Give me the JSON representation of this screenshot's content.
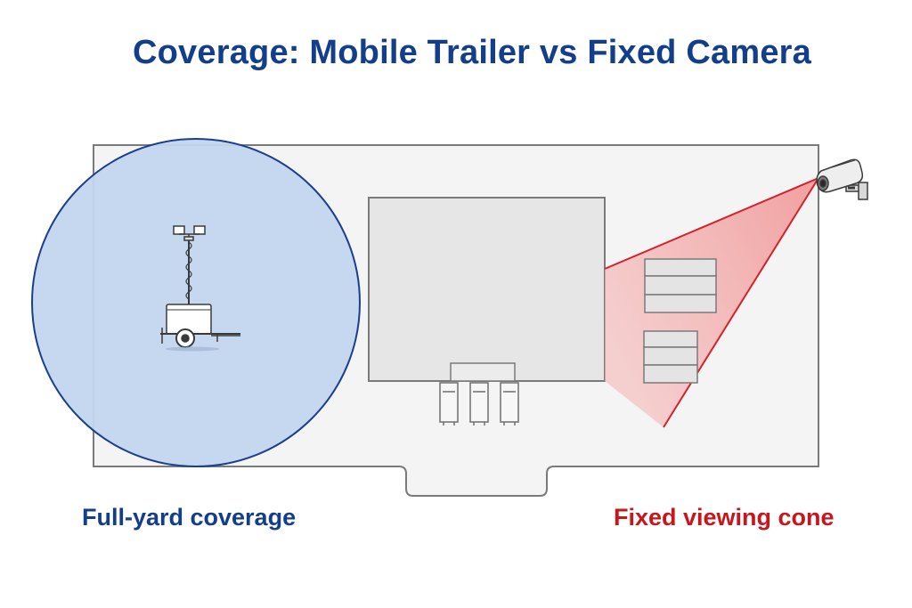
{
  "title": "Coverage: Mobile Trailer vs Fixed Camera",
  "labels": {
    "left": "Full-yard coverage",
    "right": "Fixed viewing cone"
  },
  "colors": {
    "title": "#123e8c",
    "left_label": "#123e8c",
    "right_label": "#c8161d",
    "coverage_fill": "#c3d5ef",
    "coverage_stroke": "#1b3f8f",
    "cone_fill": "#f08c8c",
    "cone_stroke": "#d6202a",
    "yard_fill": "#f4f4f4",
    "building_fill": "#e6e6e6",
    "outline": "#7a7a7a"
  },
  "icons": {
    "trailer": "mobile-surveillance-trailer-icon",
    "camera": "fixed-security-camera-icon"
  }
}
